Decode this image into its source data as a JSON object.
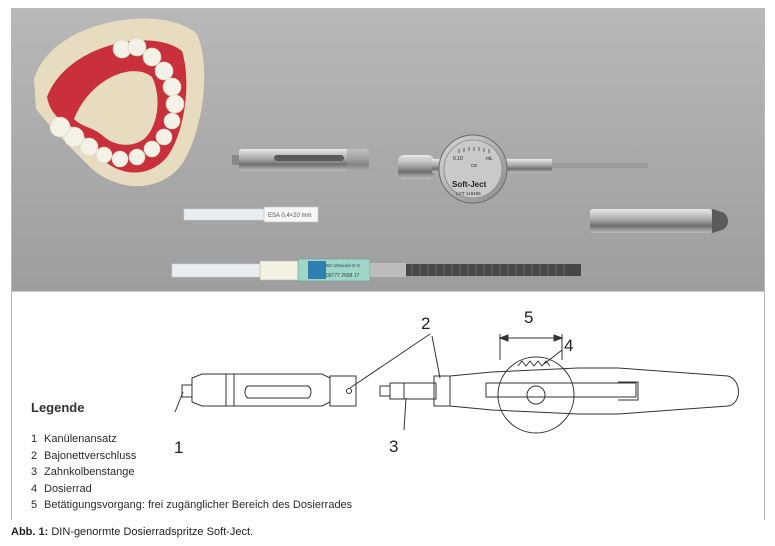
{
  "photo": {
    "dial_scale_left": "0.10",
    "dial_scale_right": "mL",
    "dial_brand": "Soft-Ject",
    "dial_ce": "CE",
    "dial_lot": "LOT 118498",
    "cartridge_label": "BS Ultracain D-S",
    "cartridge_lot": "09777 2668 17"
  },
  "drawing": {
    "callouts": {
      "c1": "1",
      "c2": "2",
      "c3": "3",
      "c4": "4",
      "c5": "5"
    }
  },
  "legend": {
    "title": "Legende",
    "items": [
      {
        "num": "1",
        "text": "Kanülenansatz"
      },
      {
        "num": "2",
        "text": "Bajonettverschluss"
      },
      {
        "num": "3",
        "text": "Zahnkolbenstange"
      },
      {
        "num": "4",
        "text": "Dosierrad"
      },
      {
        "num": "5",
        "text": "Betätigungsvorgang: frei zugänglicher Bereich des Dosierrades"
      }
    ]
  },
  "caption": {
    "prefix": "Abb. 1:",
    "text": " DIN-genormte Dosierradspritze Soft-Ject."
  }
}
